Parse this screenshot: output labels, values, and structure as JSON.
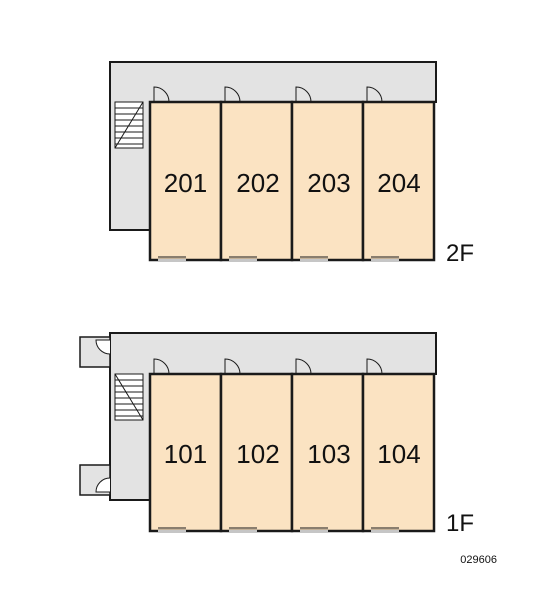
{
  "floors": [
    {
      "label": "2F",
      "units": [
        {
          "number": "201"
        },
        {
          "number": "202"
        },
        {
          "number": "203"
        },
        {
          "number": "204"
        }
      ]
    },
    {
      "label": "1F",
      "units": [
        {
          "number": "101"
        },
        {
          "number": "102"
        },
        {
          "number": "103"
        },
        {
          "number": "104"
        }
      ]
    }
  ],
  "drawing_code": "029606",
  "colors": {
    "corridor": "#e3e3e3",
    "unit_fill": "#fbe3c2",
    "wall": "#1a1a1a",
    "stair_fill": "#ffffff"
  }
}
